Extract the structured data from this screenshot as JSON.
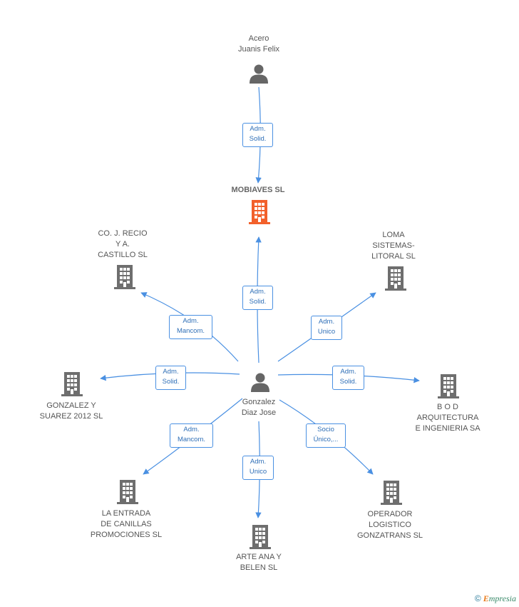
{
  "colors": {
    "edge": "#4a90e2",
    "person_icon": "#666666",
    "company_icon": "#6e6e6e",
    "main_company_icon": "#f2602b"
  },
  "nodes": {
    "acero": {
      "label": "Acero\nJuanis Felix",
      "icon": "person-icon"
    },
    "mobiaves": {
      "label": "MOBIAVES SL",
      "icon": "building-icon"
    },
    "gonzalez": {
      "label": "Gonzalez\nDiaz Jose",
      "icon": "person-icon"
    },
    "co_recio": {
      "label": "CO.  J. RECIO\nY A.\nCASTILLO SL",
      "icon": "building-icon"
    },
    "loma": {
      "label": "LOMA\nSISTEMAS-\nLITORAL SL",
      "icon": "building-icon"
    },
    "gonzalez_suarez": {
      "label": "GONZALEZ Y\nSUAREZ 2012 SL",
      "icon": "building-icon"
    },
    "bod": {
      "label": "B O D\nARQUITECTURA\nE INGENIERIA SA",
      "icon": "building-icon"
    },
    "la_entrada": {
      "label": "LA ENTRADA\nDE CANILLAS\nPROMOCIONES SL",
      "icon": "building-icon"
    },
    "operador": {
      "label": "OPERADOR\nLOGISTICO\nGONZATRANS SL",
      "icon": "building-icon"
    },
    "arte_ana": {
      "label": "ARTE ANA Y\nBELEN SL",
      "icon": "building-icon"
    }
  },
  "edges": {
    "acero_mobiaves": "Adm.\nSolid.",
    "gonzalez_mobiaves": "Adm.\nSolid.",
    "gonzalez_co_recio": "Adm.\nMancom.",
    "gonzalez_loma": "Adm.\nUnico",
    "gonzalez_gonzalez_suarez": "Adm.\nSolid.",
    "gonzalez_bod": "Adm.\nSolid.",
    "gonzalez_la_entrada": "Adm.\nMancom.",
    "gonzalez_operador": "Socio\nÚnico,...",
    "gonzalez_arte_ana": "Adm.\nUnico"
  },
  "footer": {
    "copyright_symbol": "©",
    "brand_initial": "E",
    "brand_rest": "mpresia"
  }
}
